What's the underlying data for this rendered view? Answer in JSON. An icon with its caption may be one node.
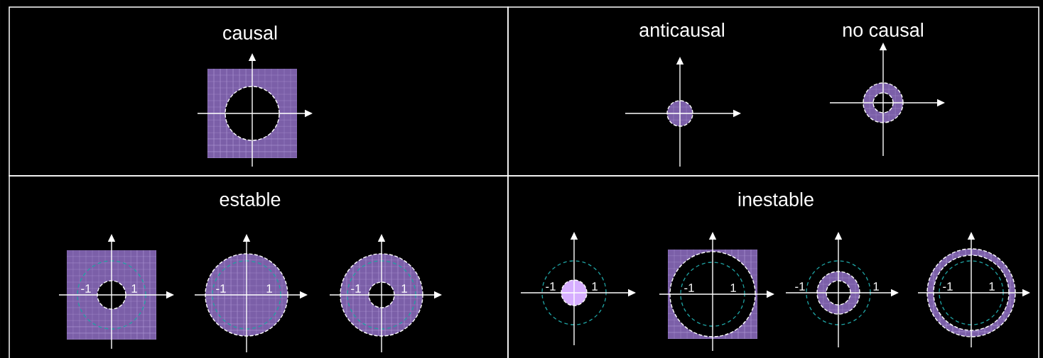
{
  "diagram": {
    "nodes": [
      {
        "text": [
          "causal"
        ]
      },
      {
        "text": [
          "anticausal",
          "no causal"
        ]
      },
      {
        "text": [
          "estable"
        ]
      },
      {
        "text": [
          "inestable"
        ]
      }
    ],
    "labels": [
      "-1",
      "1",
      "-1",
      "1",
      "-1",
      "1",
      "-1",
      "1",
      "-1",
      "1",
      "-1",
      "1",
      "-1",
      "1"
    ]
  }
}
